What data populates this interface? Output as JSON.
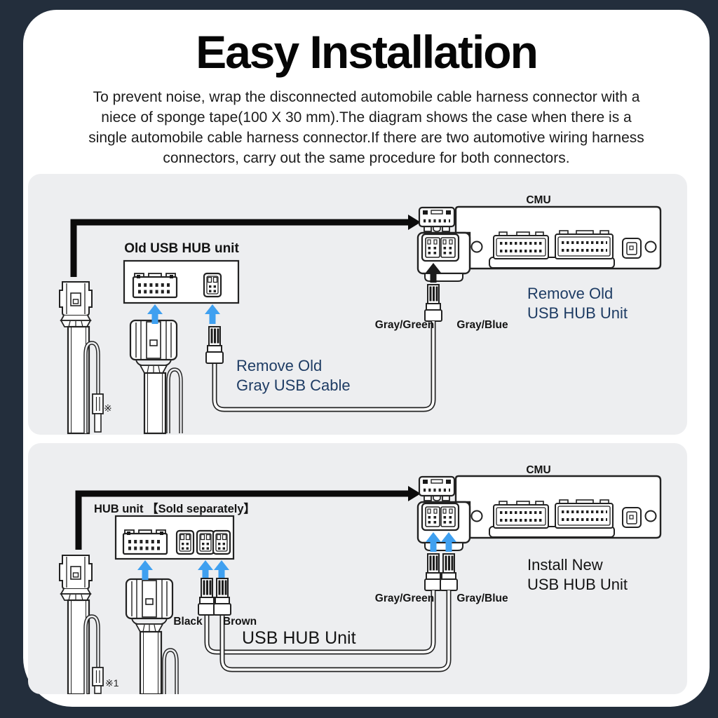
{
  "page": {
    "title": "Easy Installation",
    "description_lines": [
      "To prevent noise, wrap the disconnected automobile cable harness connector with a",
      "niece of sponge tape(100 X 30 mm).The diagram shows the case when there is a",
      "single automobile cable harness connector.If there are two automotive wiring harness",
      "connectors, carry out the same procedure for both connectors."
    ],
    "colors": {
      "background": "#232E3C",
      "card": "#FFFFFF",
      "panel": "#EDEEF0",
      "arrow_blue": "#3FA0F0",
      "note_blue": "#1E3C64",
      "line_art": "#222222"
    }
  },
  "top_panel": {
    "hub_box_label": "Old USB HUB unit",
    "cmu_label": "CMU",
    "gray_green_label": "Gray/Green",
    "gray_blue_label": "Gray/Blue",
    "remove_cable_note_line1": "Remove Old",
    "remove_cable_note_line2": "Gray USB Cable",
    "remove_unit_note_line1": "Remove Old",
    "remove_unit_note_line2": "USB HUB Unit",
    "footnote_mark": "※"
  },
  "bottom_panel": {
    "hub_box_label": "HUB unit 【Sold separately】",
    "cmu_label": "CMU",
    "black_label": "Black",
    "brown_label": "Brown",
    "usb_hub_unit_label": "USB HUB Unit",
    "gray_green_label": "Gray/Green",
    "gray_blue_label": "Gray/Blue",
    "install_unit_note_line1": "Install New",
    "install_unit_note_line2": "USB HUB Unit",
    "footnote_mark": "※1"
  }
}
